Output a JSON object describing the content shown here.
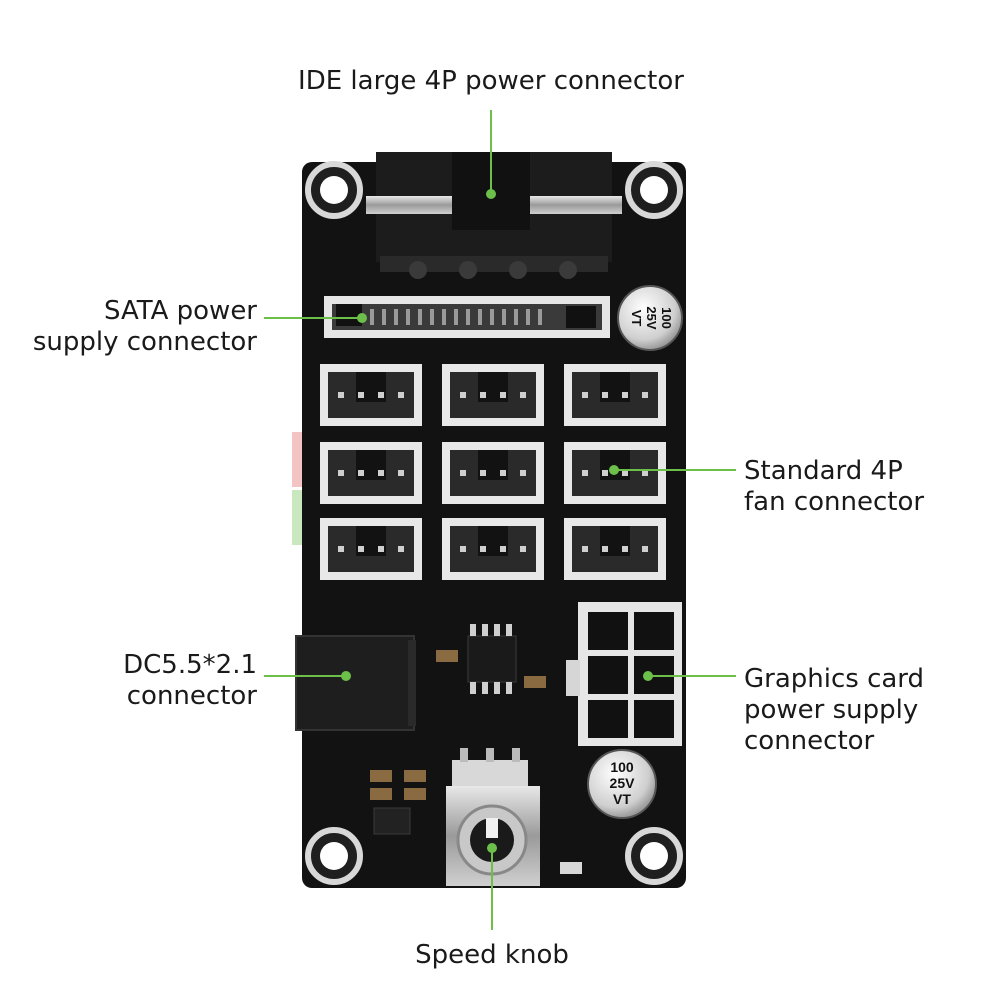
{
  "labels": {
    "ide": "IDE large 4P power connector",
    "sata_line1": "SATA power",
    "sata_line2": "supply connector",
    "fan_line1": "Standard 4P",
    "fan_line2": "fan connector",
    "dc_line1": "DC5.5*2.1",
    "dc_line2": "connector",
    "gpu_line1": "Graphics card",
    "gpu_line2": "power supply",
    "gpu_line3": "connector",
    "knob": "Speed knob"
  },
  "capacitor_top": {
    "line1": "100",
    "line2": "25V",
    "line3": "VT"
  },
  "capacitor_bottom": {
    "line1": "100",
    "line2": "25V",
    "line3": "VT"
  },
  "colors": {
    "board": "#121212",
    "callout_line": "#6cc04a",
    "connector_white": "#eeeeee",
    "connector_inner": "#2a2a2a",
    "knob_metal": "#b8b8b8"
  },
  "icons": [
    "mounting-hole-icon",
    "capacitor-icon",
    "potentiometer-icon"
  ]
}
